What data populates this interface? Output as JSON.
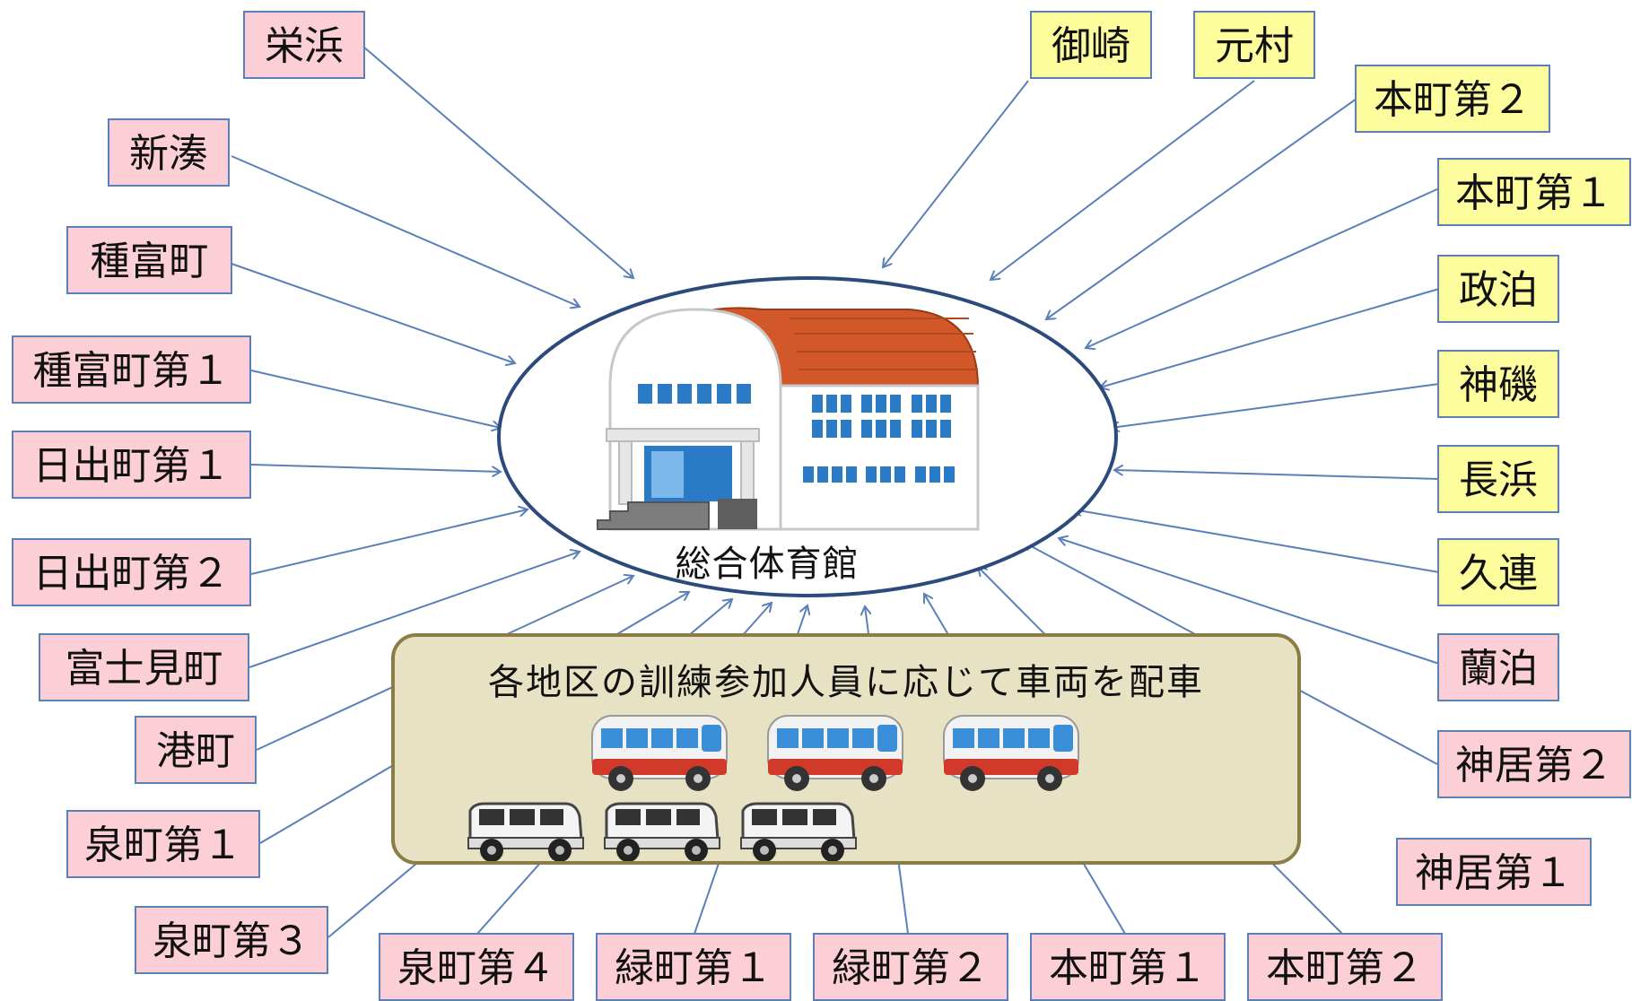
{
  "center": {
    "label": "総合体育館"
  },
  "vehicles": {
    "caption": "各地区の訓練参加人員に応じて車両を配車"
  },
  "districts": {
    "sakaehama": "栄浜",
    "shinminato": "新湊",
    "tanetomi": "種富町",
    "tanetomi1": "種富町第１",
    "hinode1": "日出町第１",
    "hinode2": "日出町第２",
    "fujimi": "富士見町",
    "minato": "港町",
    "izumi1": "泉町第１",
    "izumi3": "泉町第３",
    "izumi4": "泉町第４",
    "midori1": "緑町第１",
    "midori2": "緑町第２",
    "honmachi1_bottom": "本町第１",
    "honmachi2_bottom": "本町第２",
    "kamui1": "神居第１",
    "kamui2": "神居第２",
    "rantomari": "蘭泊",
    "kuren": "久連",
    "nagahama": "長浜",
    "kamiiso": "神磯",
    "matsudomari": "政泊",
    "honmachi1_right": "本町第１",
    "honmachi2_right": "本町第２",
    "motomura": "元村",
    "misaki": "御崎"
  },
  "colors": {
    "pink": "#fccfd6",
    "yellow": "#fdfd9e",
    "arrow": "#5b7fb8",
    "ellipse": "#2c4a7c",
    "panel": "#e8e2c4",
    "panel_border": "#8a7d45"
  },
  "icons": [
    "gymnasium-icon",
    "bus-icon",
    "van-icon"
  ]
}
